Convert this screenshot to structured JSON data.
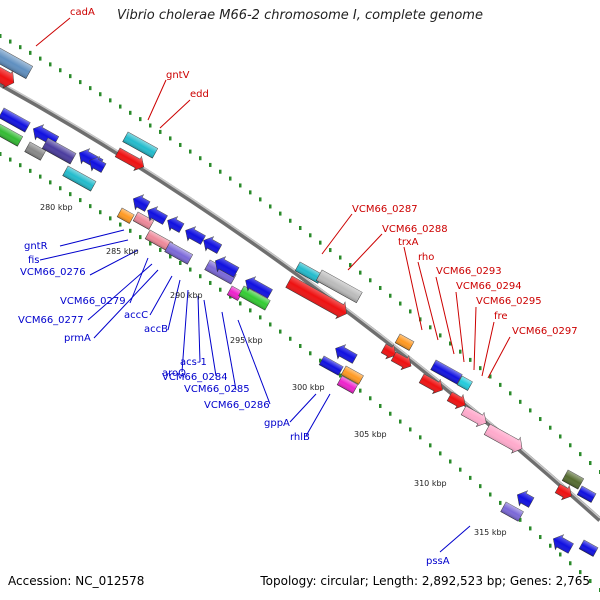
{
  "title": "Vibrio cholerae M66-2 chromosome I, complete genome",
  "footer": {
    "accession": "Accession: NC_012578",
    "summary": "Topology: circular; Length: 2,892,523 bp; Genes: 2,765"
  },
  "colors": {
    "backbone": "#8a8a8a",
    "tick": "#2a8a2a",
    "forward_label": "#cc0000",
    "reverse_label": "#0000cc"
  },
  "kbp_ticks": [
    "280 kbp",
    "285 kbp",
    "290 kbp",
    "295 kbp",
    "300 kbp",
    "305 kbp",
    "310 kbp",
    "315 kbp"
  ],
  "forward_genes": [
    "cadA",
    "gntV",
    "edd",
    "VCM66_0287",
    "VCM66_0288",
    "trxA",
    "rho",
    "VCM66_0293",
    "VCM66_0294",
    "VCM66_0295",
    "fre",
    "VCM66_0297"
  ],
  "reverse_genes": [
    "gntR",
    "fis",
    "VCM66_0276",
    "VCM66_0279",
    "VCM66_0277",
    "prmA",
    "accC",
    "accB",
    "aroQ",
    "acs-1",
    "VCM66_0284",
    "VCM66_0285",
    "VCM66_0286",
    "gppA",
    "rhlB",
    "pssA"
  ]
}
